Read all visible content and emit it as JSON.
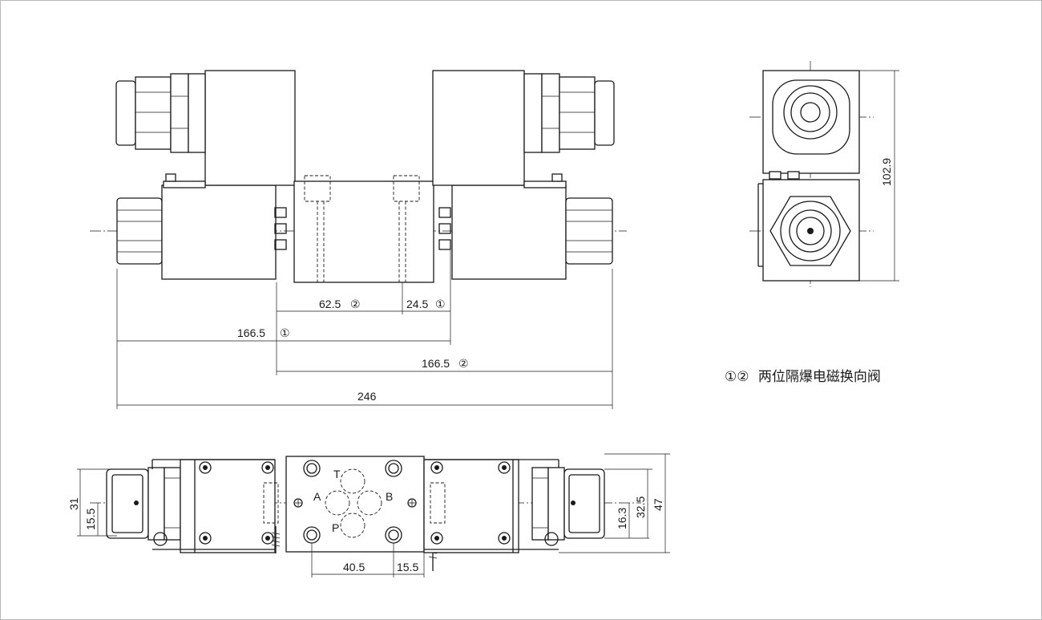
{
  "dimensions": {
    "d_62_5": "62.5",
    "d_24_5": "24.5",
    "d_166_5_a": "166.5",
    "d_166_5_b": "166.5",
    "d_246": "246",
    "d_102_9": "102.9",
    "d_31": "31",
    "d_15_5_left": "15.5",
    "d_40_5": "40.5",
    "d_15_5_bottom": "15.5",
    "d_16_3": "16.3",
    "d_32_5": "32.5",
    "d_47": "47"
  },
  "markers": {
    "m1": "①",
    "m2": "②"
  },
  "ports": {
    "T": "T",
    "A": "A",
    "B": "B",
    "P": "P"
  },
  "legend": {
    "marks": "①②",
    "text": "两位隔爆电磁换向阀"
  }
}
